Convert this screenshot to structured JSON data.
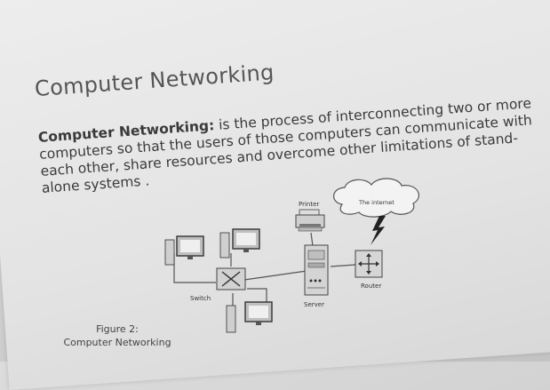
{
  "page": {
    "title": "Computer Networking",
    "definition_term": "Computer Networking:",
    "definition_body": " is the process of interconnecting two or more computers so that the users of those computers can communicate with each other, share resources and overcome other limitations of stand-alone systems .",
    "figure_caption_line1": "Figure 2:",
    "figure_caption_line2": "Computer Networking"
  },
  "diagram": {
    "labels": {
      "printer": "Printer",
      "internet": "The internet",
      "switch": "Switch",
      "server": "Server",
      "router": "Router"
    }
  },
  "colors": {
    "text": "#3a3a3a",
    "title": "#555555",
    "line": "#555555"
  }
}
